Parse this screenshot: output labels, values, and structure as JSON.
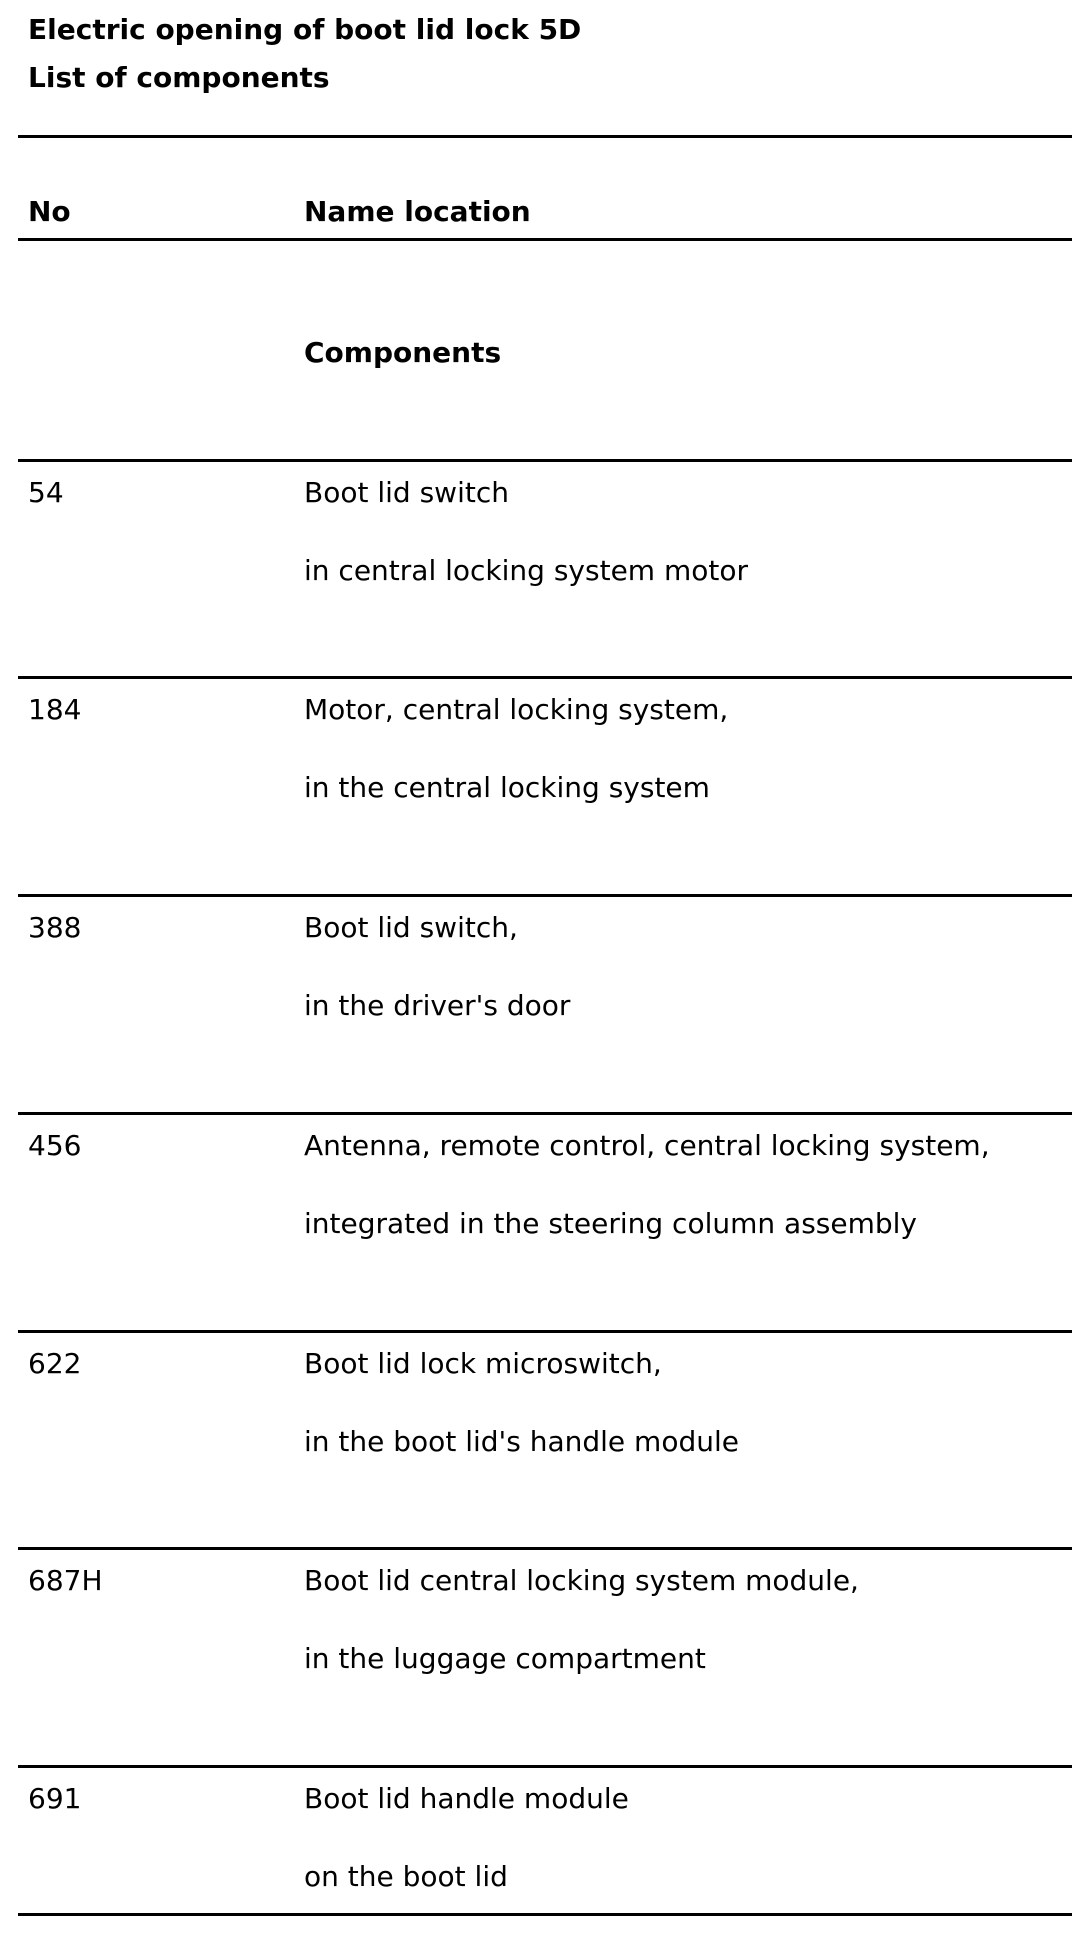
{
  "document": {
    "title_line1": "Electric opening of boot lid lock 5D",
    "title_line2": "List of components"
  },
  "table": {
    "headers": {
      "no": "No",
      "name": "Name location"
    },
    "section_label": "Components",
    "rows": [
      {
        "no": "54",
        "line1": "Boot lid switch",
        "line2": "in central locking system motor"
      },
      {
        "no": "184",
        "line1": "Motor, central locking system,",
        "line2": "in the central locking system"
      },
      {
        "no": "388",
        "line1": "Boot lid switch,",
        "line2": "in the driver's door"
      },
      {
        "no": "456",
        "line1": "Antenna, remote control, central locking system,",
        "line2": "integrated in the steering column assembly"
      },
      {
        "no": "622",
        "line1": "Boot lid lock microswitch,",
        "line2": "in the boot lid's handle module"
      },
      {
        "no": "687H",
        "line1": "Boot lid central locking system module,",
        "line2": "in the luggage compartment"
      },
      {
        "no": "691",
        "line1": "Boot lid handle module",
        "line2": "on the boot lid"
      }
    ]
  }
}
